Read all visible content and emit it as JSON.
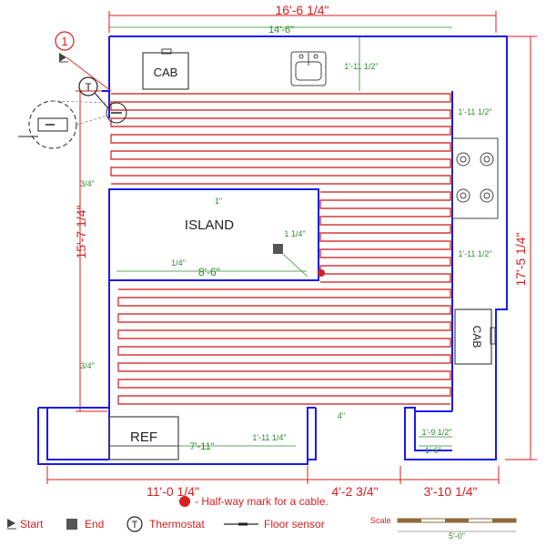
{
  "colors": {
    "wall": "#1a1aee",
    "cable": "#d63a3a",
    "dimension_red": "#d61f1f",
    "dimension_green": "#2e8b2e",
    "fixture": "#444444",
    "sensor_circle": "#d61f1f"
  },
  "labels": {
    "cab_top": "CAB",
    "cab_right": "CAB",
    "island": "ISLAND",
    "ref": "REF",
    "start_number": "1"
  },
  "dimensions_red": {
    "top_total": "16'-6 1/4\"",
    "left_height": "15'-7 1/4\"",
    "right_height": "17'-5 1/4\"",
    "bottom_left": "11'-0 1/4\"",
    "bottom_middle": "4'-2 3/4\"",
    "bottom_right": "3'-10 1/4\""
  },
  "dimensions_green": {
    "top_inner": "14'-6\"",
    "top_right_a": "1'-11 1/2\"",
    "top_right_b": "1'-11 1/2\"",
    "right_middle": "1'-11 1/2\"",
    "left_gap_top": "3/4\"",
    "left_gap_bottom": "3/4\"",
    "island_gap_top": "1\"",
    "island_gap_right": "1 1/4\"",
    "island_gap_bottom": "1/4\"",
    "island_width": "8'-6\"",
    "bottom_gap": "4\"",
    "ref_width": "7'-11\"",
    "ref_gap": "1'-11 1/4\"",
    "right_bottom_a": "1'-9 1/2\"",
    "right_bottom_b": "1'-6\""
  },
  "legend": {
    "halfway": "- Half-way mark for a cable.",
    "start": "Start",
    "end": "End",
    "thermostat": "Thermostat",
    "thermostat_symbol": "T",
    "floor_sensor": "Floor sensor"
  },
  "scale": {
    "label": "Scale",
    "value": "5'-0\""
  }
}
